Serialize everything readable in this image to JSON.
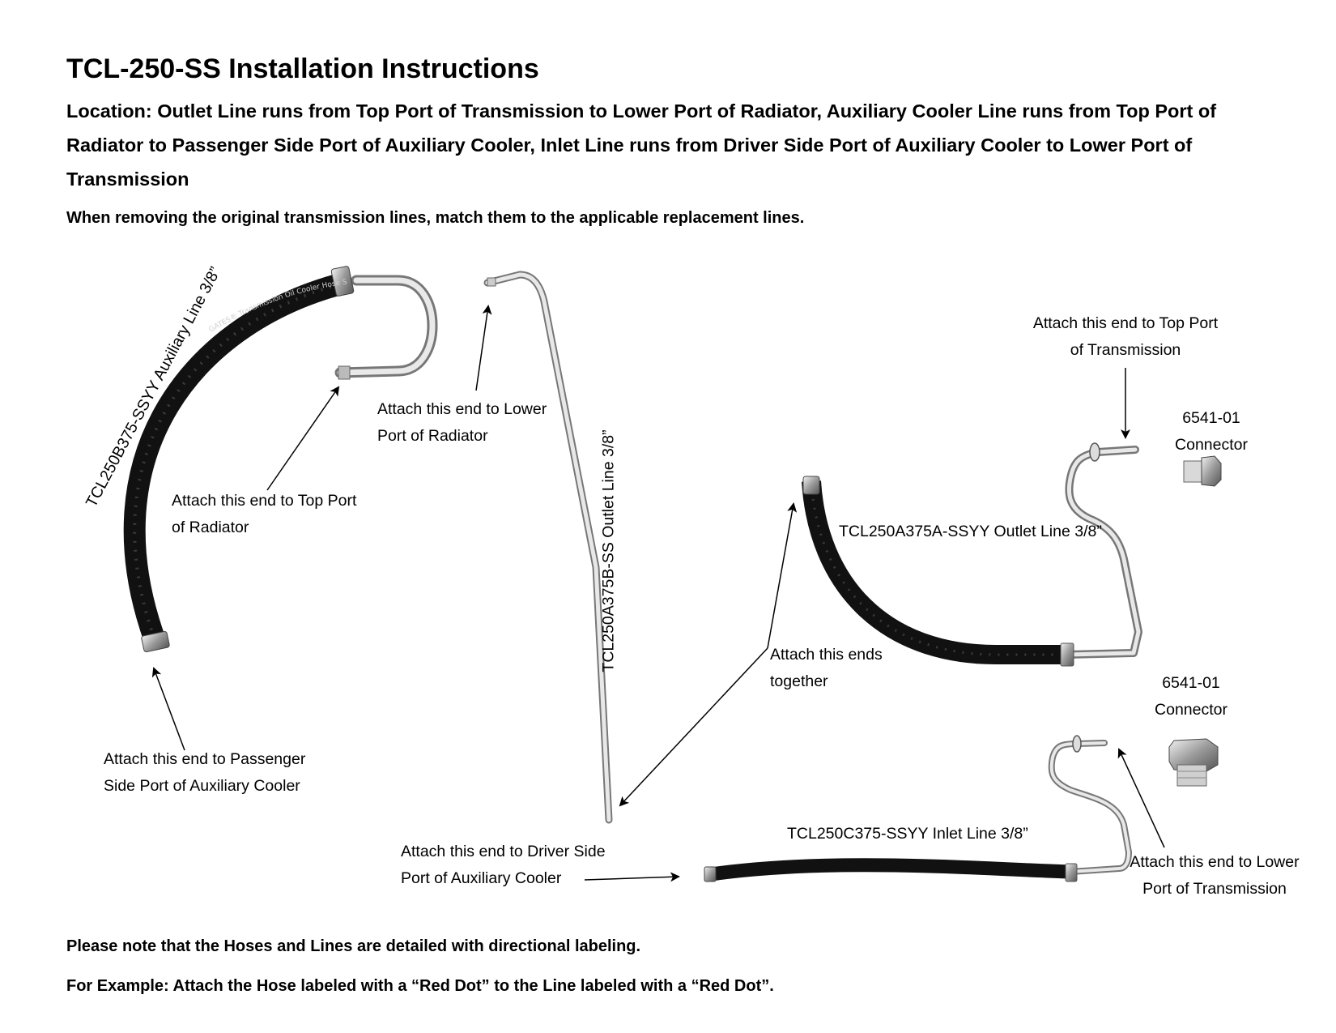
{
  "document": {
    "title": "TCL-250-SS Installation Instructions",
    "location": "Location: Outlet Line runs from Top Port of Transmission to Lower Port of Radiator, Auxiliary Cooler Line runs from Top Port of Radiator to Passenger Side Port of Auxiliary Cooler, Inlet Line runs from Driver Side Port of Auxiliary Cooler to Lower Port of Transmission",
    "intro": "When removing the original transmission lines, match them to the applicable replacement lines.",
    "note_1": "Please note that the Hoses and Lines are detailed with directional labeling.",
    "note_2": "For Example: Attach the Hose labeled with a “Red Dot” to the Line labeled with a “Red Dot”."
  },
  "parts": {
    "auxiliary_line": "TCL250B375-SSYY Auxiliary Line 3/8”",
    "outlet_line_b": "TCL250A375B-SS Outlet Line 3/8”",
    "outlet_line_a": "TCL250A375A-SSYY Outlet Line 3/8”",
    "inlet_line": "TCL250C375-SSYY Inlet Line 3/8”",
    "connector_1": {
      "line1": "6541-01",
      "line2": "Connector"
    },
    "connector_2": {
      "line1": "6541-01",
      "line2": "Connector"
    },
    "hose_print": "GATES® Transmission Oil Cooler Hose SAE J1532"
  },
  "callouts": {
    "top_port_radiator": {
      "line1": "Attach this end to Top Port",
      "line2": "of Radiator"
    },
    "lower_port_radiator": {
      "line1": "Attach this end to Lower",
      "line2": "Port of Radiator"
    },
    "passenger_side": {
      "line1": "Attach this end to Passenger",
      "line2": "Side Port of Auxiliary Cooler"
    },
    "driver_side": {
      "line1": "Attach this end to Driver Side",
      "line2": "Port of Auxiliary Cooler"
    },
    "top_port_transmission": {
      "line1": "Attach this end to Top Port",
      "line2": "of Transmission"
    },
    "ends_together": {
      "line1": "Attach this ends",
      "line2": "together"
    },
    "lower_port_transmission": {
      "line1": "Attach this end to Lower",
      "line2": "Port of Transmission"
    }
  },
  "colors": {
    "hose": "#1c1c1c",
    "tube_light": "#e6e6e6",
    "tube_dark": "#8a8a8a",
    "arrow": "#000000"
  }
}
